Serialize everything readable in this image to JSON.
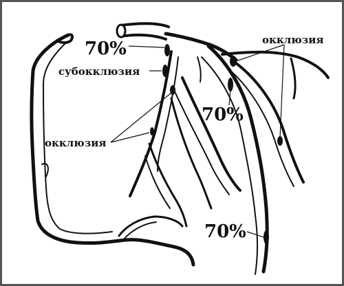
{
  "colors": {
    "vessel": "#111111",
    "background": "#ffffff",
    "frame": "#555555"
  },
  "labels": {
    "stenosis_top": "70%",
    "suboccl": "субокклюзия",
    "occl_top_right": "окклюзия",
    "stenosis_mid": "70%",
    "occl_left": "окклюзия",
    "stenosis_bottom": "70%"
  }
}
